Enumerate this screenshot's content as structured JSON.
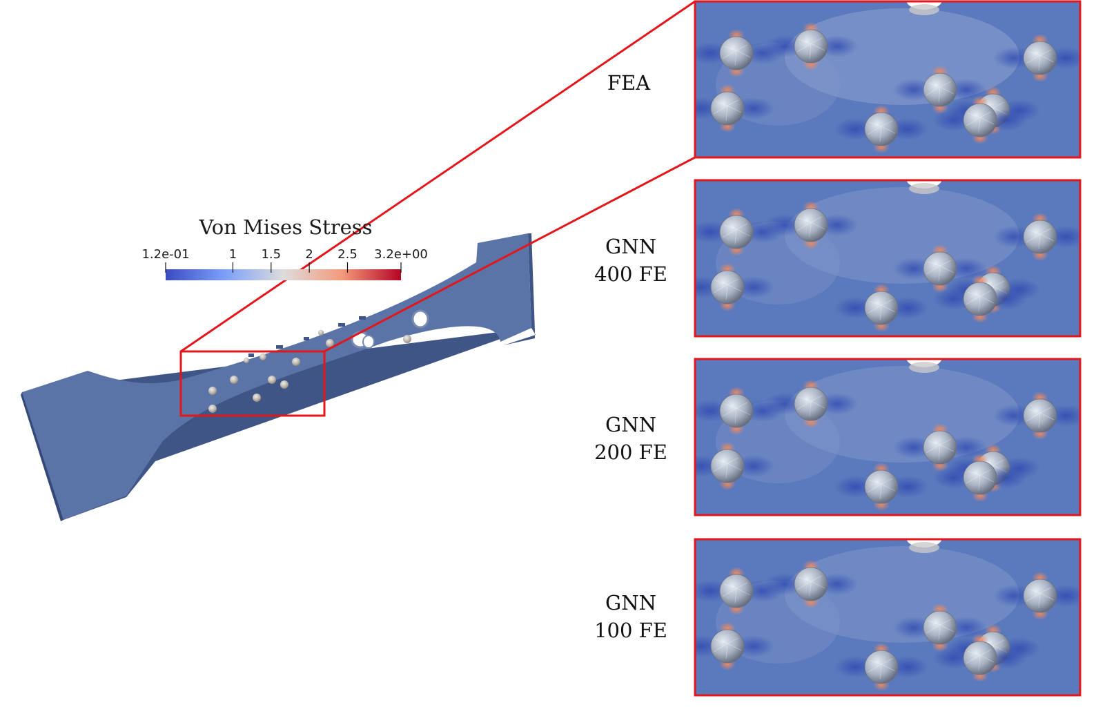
{
  "colorbar": {
    "title": "Von Mises Stress",
    "ticks": [
      {
        "label": "1.2e-01",
        "value": 0.12
      },
      {
        "label": "1",
        "value": 1.0
      },
      {
        "label": "1.5",
        "value": 1.5
      },
      {
        "label": "2",
        "value": 2.0
      },
      {
        "label": "2.5",
        "value": 2.5
      },
      {
        "label": "3.2e+00",
        "value": 3.2
      }
    ],
    "range": [
      0.12,
      3.2
    ],
    "colors": [
      "#3b4cc0",
      "#dddcdc",
      "#b40426"
    ]
  },
  "panels": [
    {
      "line1": "FEA",
      "line2": ""
    },
    {
      "line1": "GNN",
      "line2": "400 FE"
    },
    {
      "line1": "GNN",
      "line2": "200 FE"
    },
    {
      "line1": "GNN",
      "line2": "100 FE"
    }
  ],
  "colors": {
    "zoom_frame": "#e2161b",
    "specimen": "#5a74a8",
    "field_base": "#5b79bd"
  }
}
